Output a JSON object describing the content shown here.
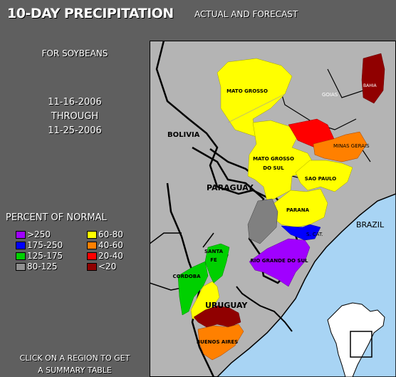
{
  "header": {
    "title": "10-DAY PRECIPITATION",
    "subtitle": "ACTUAL AND FORECAST"
  },
  "sidebar": {
    "crop": "FOR SOYBEANS",
    "date_start": "11-16-2006",
    "date_through": "THROUGH",
    "date_end": "11-25-2006",
    "legend_title": "PERCENT OF NORMAL",
    "legend": [
      {
        "label": ">250",
        "color": "#a000ff"
      },
      {
        "label": "60-80",
        "color": "#ffff00"
      },
      {
        "label": "175-250",
        "color": "#0000ff"
      },
      {
        "label": "40-60",
        "color": "#ff8000"
      },
      {
        "label": "125-175",
        "color": "#00d000"
      },
      {
        "label": "20-40",
        "color": "#ff0000"
      },
      {
        "label": "80-125",
        "color": "#909090"
      },
      {
        "label": "<20",
        "color": "#900000"
      }
    ],
    "instruction_line1": "CLICK ON A REGION TO GET",
    "instruction_line2": "A SUMMARY TABLE"
  },
  "map": {
    "countries": {
      "bolivia": "BOLIVIA",
      "paraguay": "PARAGUAY",
      "brazil": "BRAZIL",
      "uruguay": "URUGUAY"
    },
    "regions": {
      "mato_grosso": "MATO GROSSO",
      "goias": "GOIAS",
      "bahia": "BAHIA",
      "minas_gerais": "MINAS GERAIS",
      "mato_grosso_do_sul_1": "MATO GROSSO",
      "mato_grosso_do_sul_2": "DO SUL",
      "sao_paulo": "SAO PAULO",
      "parana": "PARANA",
      "santa_catarina": "S. CAT.",
      "rio_grande_do_sul": "RIO GRANDE DO SUL",
      "santa_fe_1": "SANTA",
      "santa_fe_2": "FE",
      "cordoba": "CORDOBA",
      "buenos_aires": "BUENOS AIRES"
    },
    "colors": {
      "land": "#b4b4b4",
      "ocean": "#a8d4f4",
      "background": "#5f5f5f"
    }
  }
}
